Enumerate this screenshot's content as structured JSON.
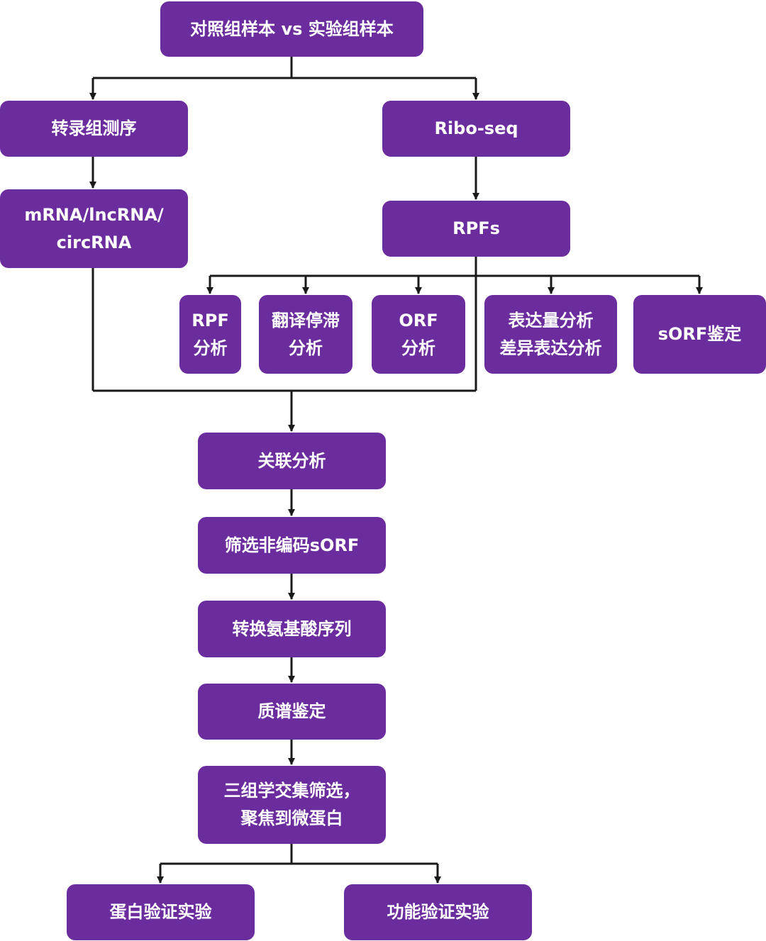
{
  "colors": {
    "node_fill": "#6b2d9e",
    "node_text": "#ffffff",
    "connector": "#1a1a1a"
  },
  "nodes": {
    "samples": "对照组样本 vs 实验组样本",
    "transcriptome_seq": "转录组测序",
    "ribo_seq": "Ribo-seq",
    "rna_types": "mRNA/lncRNA/\ncircRNA",
    "rpfs": "RPFs",
    "rpf_analysis": "RPF\n分析",
    "translation_stall": "翻译停滞\n分析",
    "orf_analysis": "ORF\n分析",
    "expression_analysis": "表达量分析\n差异表达分析",
    "sorf_identification": "sORF鉴定",
    "correlation_analysis": "关联分析",
    "screen_noncoding_sorf": "筛选非编码sORF",
    "convert_amino_acid": "转换氨基酸序列",
    "mass_spec": "质谱鉴定",
    "multiomics_screen": "三组学交集筛选，\n聚焦到微蛋白",
    "protein_validation": "蛋白验证实验",
    "function_validation": "功能验证实验"
  }
}
